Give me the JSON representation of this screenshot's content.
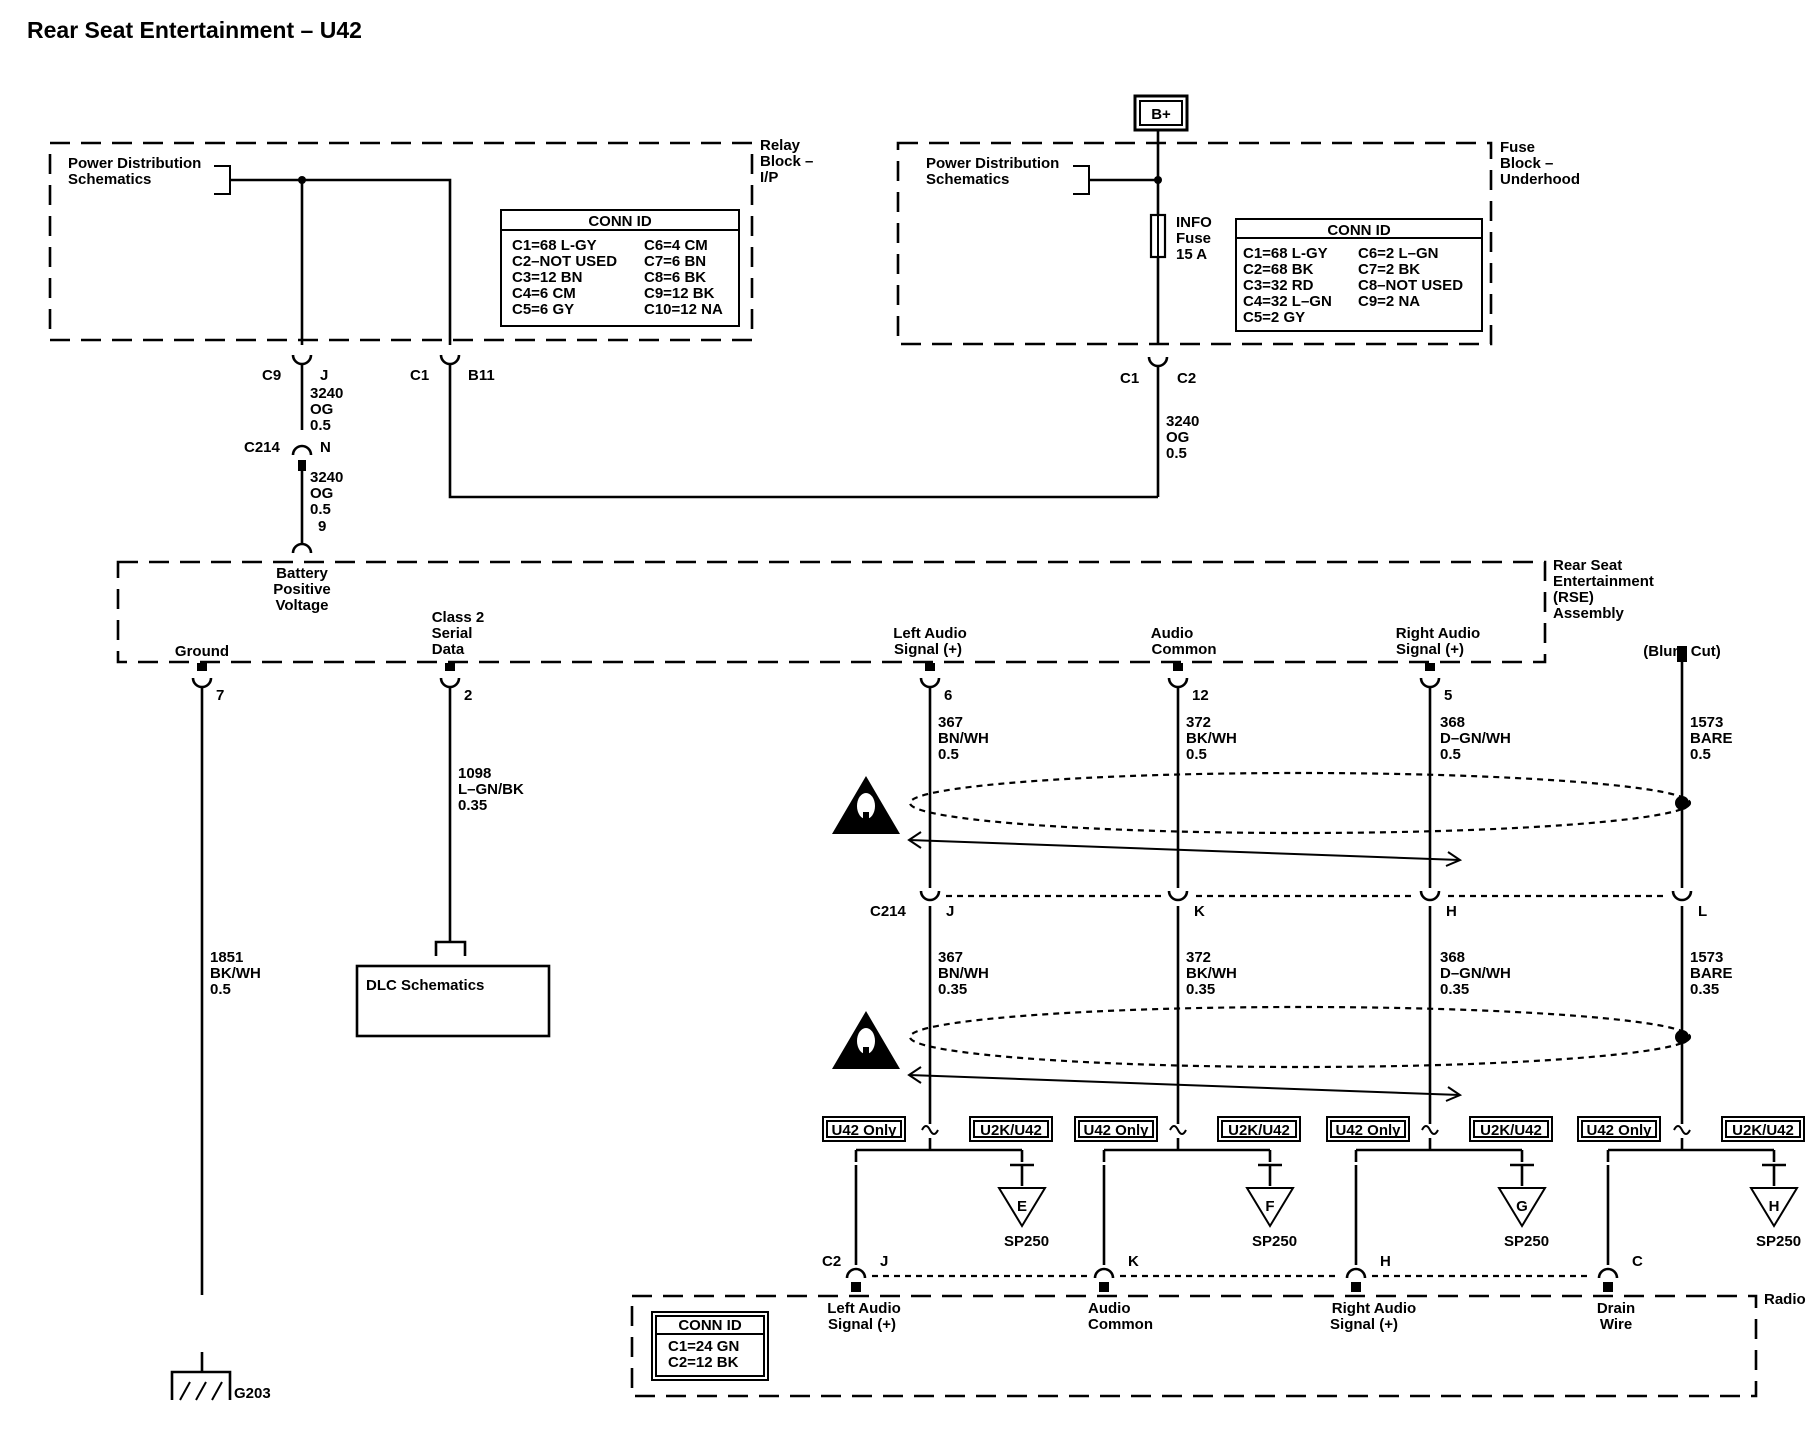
{
  "title": "Rear Seat Entertainment – U42",
  "bplus": "B+",
  "relay_block": {
    "name": [
      "Relay",
      "Block –",
      "I/P"
    ],
    "pds": [
      "Power Distribution",
      "Schematics"
    ],
    "conn_id": {
      "title": "CONN ID",
      "left": [
        "C1=68 L-GY",
        "C2–NOT USED",
        "C3=12 BN",
        "C4=6 CM",
        "C5=6 GY"
      ],
      "right": [
        "C6=4 CM",
        "C7=6 BN",
        "C8=6 BK",
        "C9=12 BK",
        "C10=12 NA"
      ]
    }
  },
  "fuse_block": {
    "name": [
      "Fuse",
      "Block –",
      "Underhood"
    ],
    "pds": [
      "Power Distribution",
      "Schematics"
    ],
    "fuse": [
      "INFO",
      "Fuse",
      "15 A"
    ],
    "conn_id": {
      "title": "CONN ID",
      "left": [
        "C1=68 L-GY",
        "C2=68 BK",
        "C3=32 RD",
        "C4=32 L–GN",
        "C5=2 GY"
      ],
      "right": [
        "C6=2 L–GN",
        "C7=2 BK",
        "C8–NOT USED",
        "C9=2 NA"
      ]
    }
  },
  "connectors": {
    "c9": "C9",
    "j": "J",
    "c1": "C1",
    "b11": "B11",
    "c214": "C214",
    "n": "N",
    "pin9": "9",
    "fuse_c1": "C1",
    "fuse_c2": "C2"
  },
  "wires": {
    "w3240_a": [
      "3240",
      "OG",
      "0.5"
    ],
    "w3240_b": [
      "3240",
      "OG",
      "0.5"
    ],
    "w3240_c": [
      "3240",
      "OG",
      "0.5"
    ],
    "w1851": [
      "1851",
      "BK/WH",
      "0.5"
    ],
    "w1098": [
      "1098",
      "L–GN/BK",
      "0.35"
    ],
    "w367_top": [
      "367",
      "BN/WH",
      "0.5"
    ],
    "w372_top": [
      "372",
      "BK/WH",
      "0.5"
    ],
    "w368_top": [
      "368",
      "D–GN/WH",
      "0.5"
    ],
    "w1573_top": [
      "1573",
      "BARE",
      "0.5"
    ],
    "w367_bot": [
      "367",
      "BN/WH",
      "0.35"
    ],
    "w372_bot": [
      "372",
      "BK/WH",
      "0.35"
    ],
    "w368_bot": [
      "368",
      "D–GN/WH",
      "0.35"
    ],
    "w1573_bot": [
      "1573",
      "BARE",
      "0.35"
    ]
  },
  "rse": {
    "name": [
      "Rear Seat",
      "Entertainment",
      "(RSE)",
      "Assembly"
    ],
    "battery": [
      "Battery",
      "Positive",
      "Voltage"
    ],
    "ground": "Ground",
    "class2": [
      "Class 2",
      "Serial",
      "Data"
    ],
    "left_audio": [
      "Left Audio",
      "Signal (+)"
    ],
    "audio_common": [
      "Audio",
      "Common"
    ],
    "right_audio": [
      "Right Audio",
      "Signal (+)"
    ],
    "blunt_cut": "(Blunt Cut)",
    "pins": {
      "ground": "7",
      "class2": "2",
      "left": "6",
      "common": "12",
      "right": "5"
    }
  },
  "c214_mid": {
    "label": "C214",
    "pins": [
      "J",
      "K",
      "H",
      "L"
    ]
  },
  "dlc": "DLC Schematics",
  "option_tags": {
    "u42": "U42 Only",
    "u2k": "U2K/U42"
  },
  "splices": {
    "letters": [
      "E",
      "F",
      "G",
      "H"
    ],
    "label": "SP250"
  },
  "radio": {
    "name": "Radio",
    "c2": "C2",
    "pins": [
      "J",
      "K",
      "H",
      "C"
    ],
    "left_audio": [
      "Left Audio",
      "Signal (+)"
    ],
    "audio_common": [
      "Audio",
      "Common"
    ],
    "right_audio": [
      "Right Audio",
      "Signal (+)"
    ],
    "drain": [
      "Drain",
      "Wire"
    ],
    "conn_id": {
      "title": "CONN ID",
      "lines": [
        "C1=24 GN",
        "C2=12 BK"
      ]
    }
  },
  "ground_g203": "G203"
}
